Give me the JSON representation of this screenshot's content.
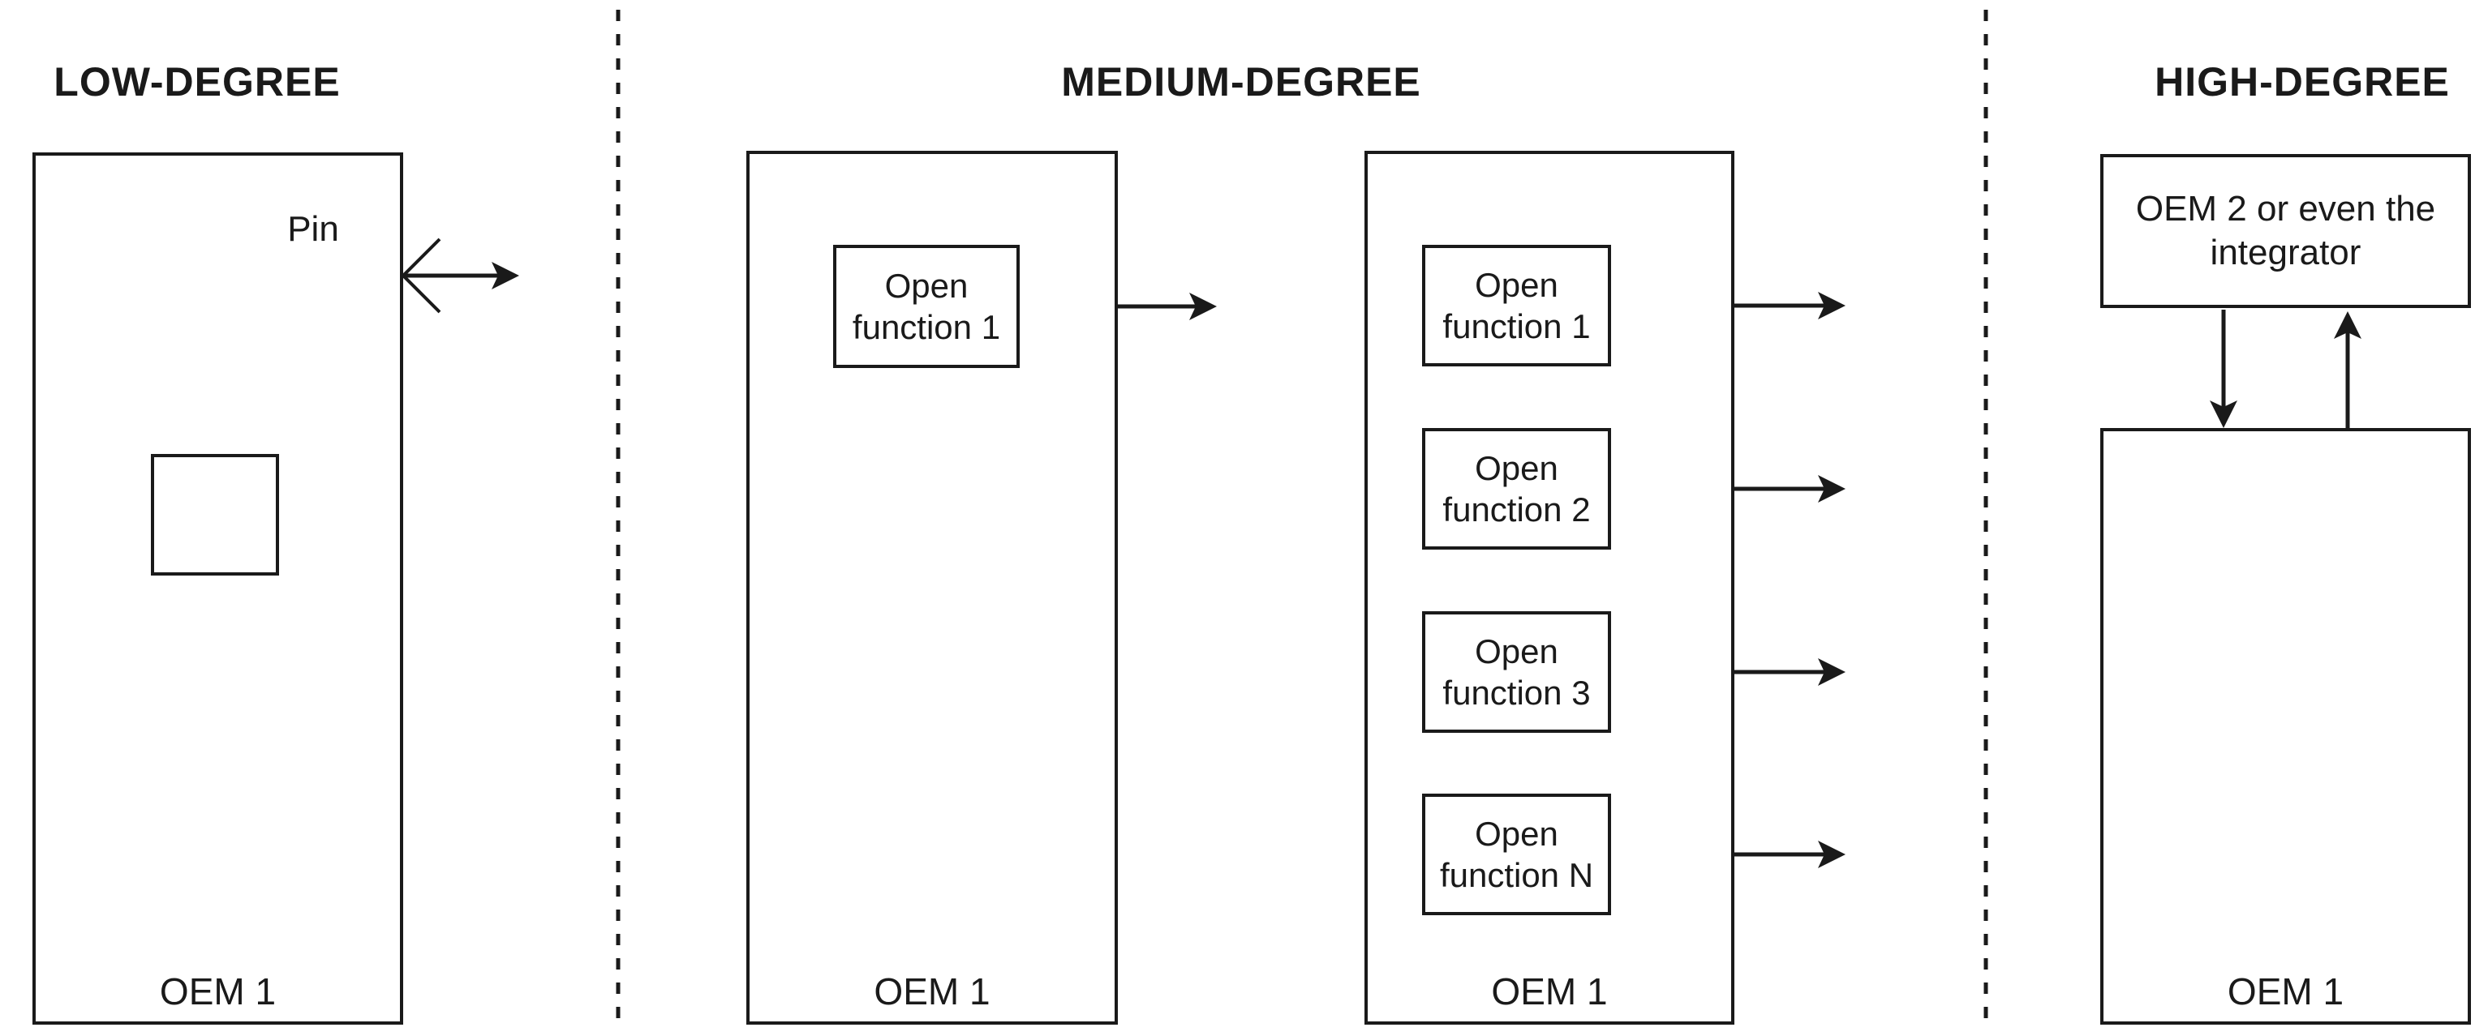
{
  "colors": {
    "background": "#ffffff",
    "line": "#1a1a1a"
  },
  "sections": {
    "low": {
      "title": "LOW-DEGREE",
      "pin_label": "Pin",
      "oem_label": "OEM 1"
    },
    "medium": {
      "title": "MEDIUM-DEGREE",
      "single_panel": {
        "function_labels": [
          "Open function 1"
        ],
        "oem_label": "OEM 1"
      },
      "multi_panel": {
        "function_labels": [
          "Open function 1",
          "Open function 2",
          "Open function 3",
          "Open function N"
        ],
        "oem_label": "OEM 1"
      }
    },
    "high": {
      "title": "HIGH-DEGREE",
      "top_box_label": "OEM 2 or even the integrator",
      "bottom_box_label": "OEM 1"
    }
  }
}
